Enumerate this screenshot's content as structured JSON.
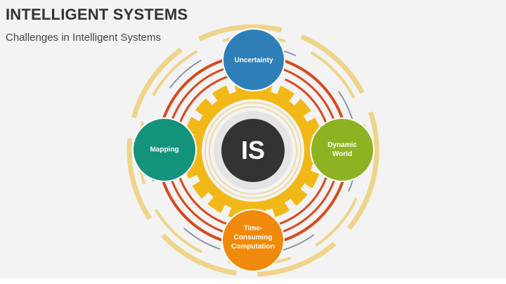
{
  "header": {
    "title": "INTELLIGENT SYSTEMS",
    "subtitle": "Challenges in Intelligent Systems"
  },
  "center": {
    "label": "IS",
    "color": "#333333"
  },
  "nodes": [
    {
      "label": "Uncertainty",
      "color": "#2e7fb8"
    },
    {
      "label": "Mapping",
      "color": "#13927c"
    },
    {
      "label": "Dynamic World",
      "color": "#8db322"
    },
    {
      "label": "Time-Consuming Computation",
      "color": "#f08a0c"
    }
  ],
  "colors": {
    "gear": "#f2b817",
    "ring_red": "#d9481f",
    "ring_yellow": "#efd489",
    "ring_gray": "#8c96a4"
  }
}
